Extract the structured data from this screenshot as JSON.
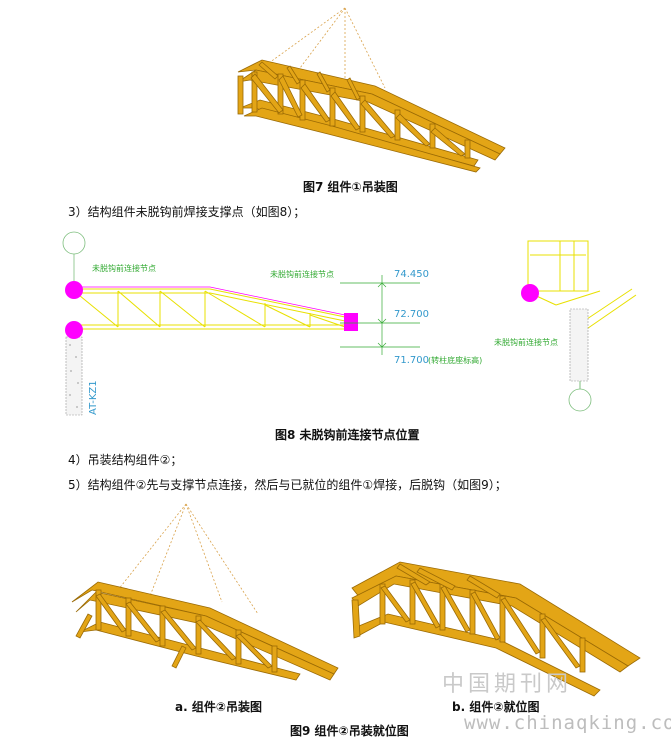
{
  "fig7": {
    "caption": "图7  组件①吊装图"
  },
  "step3": {
    "text": "3）结构组件未脱钩前焊接支撑点（如图8）；"
  },
  "fig8": {
    "caption": "图8  未脱钩前连接节点位置",
    "label_node_left": "未脱钩前连接节点",
    "label_node_mid": "未脱钩前连接节点",
    "label_node_right": "未脱钩前连接节点",
    "elev_top": "74.450",
    "elev_mid": "72.700",
    "elev_bottom": "71.700",
    "elev_bottom_note": "(转柱底座标高)",
    "column_label": "AT-KZ1"
  },
  "step4": {
    "text": "4）吊装结构组件②；"
  },
  "step5": {
    "text": "5）结构组件②先与支撑节点连接，然后与已就位的组件①焊接，后脱钩（如图9）；"
  },
  "fig9": {
    "sub_a": "a. 组件②吊装图",
    "sub_b": "b. 组件②就位图",
    "caption": "图9  组件②吊装就位图"
  },
  "watermark": {
    "cn": "中国期刊网",
    "url": "www.chinaqking.com"
  },
  "colors": {
    "truss_fill": "#e3a516",
    "truss_edge": "#9a6a05",
    "cad_yellow": "#e8e000",
    "cad_magenta": "#ff00ff",
    "cad_green": "#33aa33",
    "cad_cyan": "#3399cc"
  }
}
